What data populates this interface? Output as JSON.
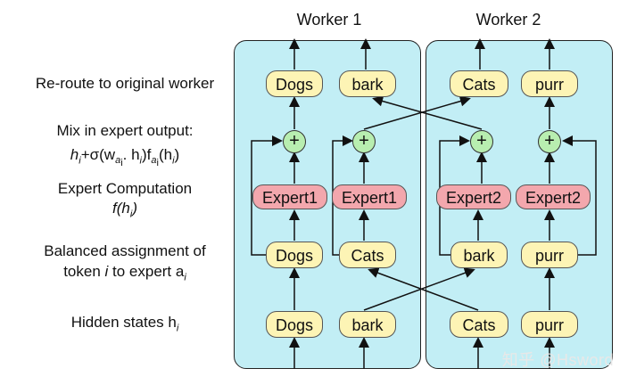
{
  "workers": [
    "Worker 1",
    "Worker 2"
  ],
  "rows": {
    "reroute": "Re-route to original worker",
    "mix_line1": "Mix in expert output:",
    "mix_formula_parts": {
      "h": "h",
      "i": "i",
      "plus_sigma": "+σ(w",
      "a": "a",
      "dot_h": ". h",
      "close_f": ")f",
      "paren_h": "(h",
      "close": ")"
    },
    "expert_comp": "Expert Computation",
    "expert_comp_formula": "f(h",
    "expert_comp_formula_close": ")",
    "balanced_line1": "Balanced assignment of",
    "balanced_line2_a": "token ",
    "balanced_line2_i": "i",
    "balanced_line2_b": " to expert a",
    "balanced_line2_sub": "i",
    "hidden": "Hidden states h",
    "hidden_sub": "i"
  },
  "top_tokens": [
    "Dogs",
    "bark",
    "Cats",
    "purr"
  ],
  "experts": [
    "Expert1",
    "Expert1",
    "Expert2",
    "Expert2"
  ],
  "assigned_tokens": [
    "Dogs",
    "Cats",
    "bark",
    "purr"
  ],
  "bottom_tokens": [
    "Dogs",
    "bark",
    "Cats",
    "purr"
  ],
  "plus_symbol": "+",
  "watermark": "知乎 @Hsword"
}
